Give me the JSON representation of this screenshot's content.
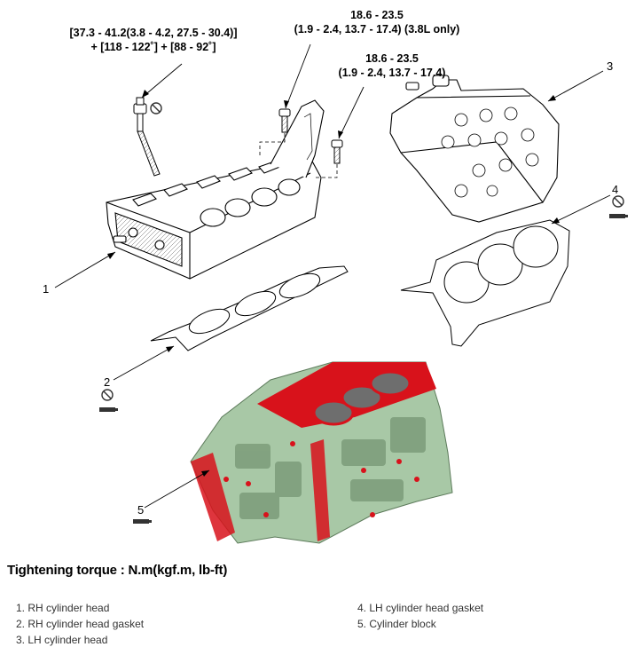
{
  "torque_labels": {
    "head_bolt": {
      "line1": "[37.3 - 41.2(3.8 - 4.2, 27.5 - 30.4)]",
      "line2": "+ [118 - 122˚] + [88 - 92˚]"
    },
    "bolt_38l": {
      "line1": "18.6 - 23.5",
      "line2": "(1.9 - 2.4, 13.7 - 17.4) (3.8L only)"
    },
    "bolt_std": {
      "line1": "18.6 - 23.5",
      "line2": "(1.9 - 2.4, 13.7 - 17.4)"
    }
  },
  "callouts": [
    "1",
    "2",
    "3",
    "4",
    "5"
  ],
  "tightening_torque_title": "Tightening torque : N.m(kgf.m, lb-ft)",
  "legend": [
    "1. RH cylinder head",
    "2. RH cylinder head gasket",
    "3. LH cylinder head",
    "4. LH cylinder head gasket",
    "5. Cylinder block"
  ],
  "colors": {
    "block_green": "#a8c8a6",
    "block_red": "#d8121b",
    "line": "#000000"
  },
  "icons": [
    "no-reuse-icon",
    "sealant-icon"
  ]
}
